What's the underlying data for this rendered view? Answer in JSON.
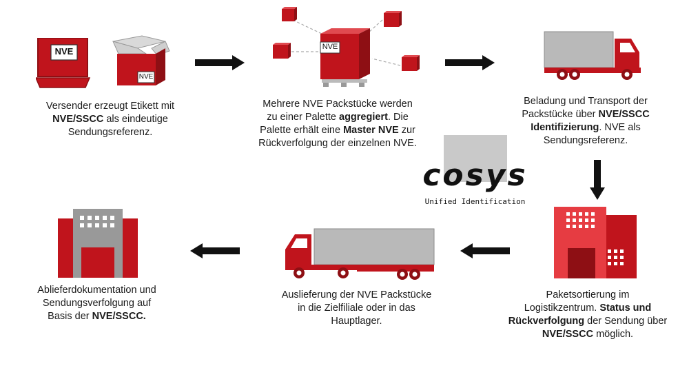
{
  "colors": {
    "red": "#c0141c",
    "dark_red": "#8e0f14",
    "grey": "#b9b9b9",
    "black": "#111111"
  },
  "labels": {
    "nve_laptop": "NVE",
    "nve_box": "NVE",
    "nve_pallet": "NVE"
  },
  "logo": {
    "wordmark": "cosys",
    "tagline": "Unified Identification"
  },
  "steps": {
    "step1": {
      "p1": "Versender erzeugt Etikett mit",
      "b1": "NVE/SSCC",
      "p2": " als eindeutige",
      "p3": "Sendungsreferenz."
    },
    "step2": {
      "l1": "Mehrere NVE Packstücke werden",
      "l2a": "zu einer Palette ",
      "l2b": "aggregiert",
      "l2c": ". Die",
      "l3a": "Palette erhält eine ",
      "l3b": "Master NVE",
      "l3c": " zur",
      "l4": "Rückverfolgung der einzelnen NVE."
    },
    "step3": {
      "l1": "Beladung und Transport der",
      "l2a": "Packstücke über ",
      "l2b": "NVE/SSCC",
      "l3a": "Identifizierung",
      "l3b": ". NVE als",
      "l4": "Sendungsreferenz."
    },
    "step4": {
      "l1": "Paketsortierung im",
      "l2a": "Logistikzentrum. ",
      "l2b": "Status und",
      "l3a": "Rückverfolgung",
      "l3b": " der Sendung über",
      "l4a": "NVE/SSCC",
      "l4b": " möglich."
    },
    "step5": {
      "l1": "Auslieferung der NVE Packstücke",
      "l2": "in die Zielfiliale oder in das",
      "l3": "Hauptlager."
    },
    "step6": {
      "l1": "Ablieferdokumentation und",
      "l2": "Sendungsverfolgung auf",
      "l3a": "Basis der ",
      "l3b": "NVE/SSCC."
    }
  }
}
